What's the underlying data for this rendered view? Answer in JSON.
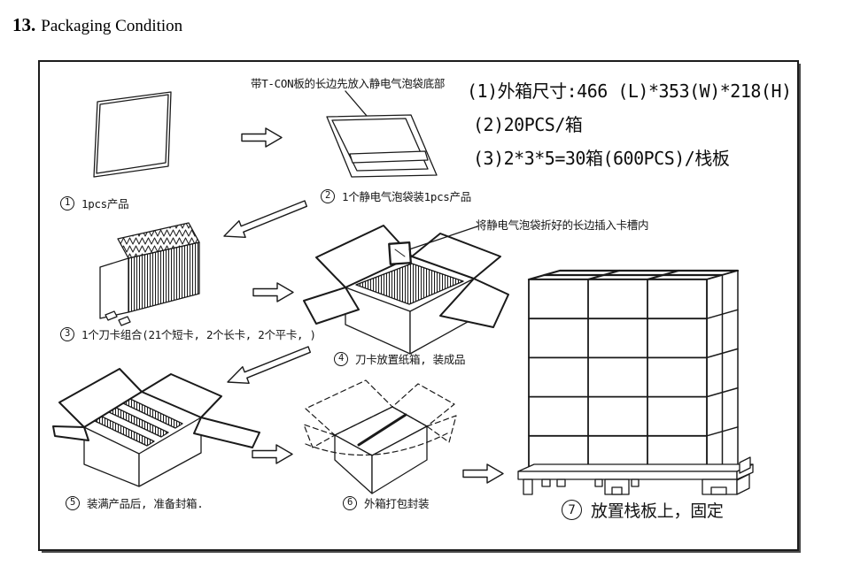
{
  "page": {
    "title_number": "13.",
    "title_text": "Packaging Condition"
  },
  "specs": {
    "lines": [
      "(1)外箱尺寸:466 (L)*353(W)*218(H)",
      "(2)20PCS/箱",
      "(3)2*3*5=30箱(600PCS)/栈板"
    ]
  },
  "annotations": {
    "bag_note": "带T-CON板的长边先放入静电气泡袋底部",
    "slot_note": "将静电气泡袋折好的长边插入卡槽内"
  },
  "steps": [
    {
      "num": "1",
      "label": "1pcs产品"
    },
    {
      "num": "2",
      "label": "1个静电气泡袋装1pcs产品"
    },
    {
      "num": "3",
      "label": "1个刀卡组合(21个短卡, 2个长卡, 2个平卡, )"
    },
    {
      "num": "4",
      "label": "刀卡放置纸箱, 装成品"
    },
    {
      "num": "5",
      "label": "装满产品后, 准备封箱."
    },
    {
      "num": "6",
      "label": "外箱打包封装"
    },
    {
      "num": "7",
      "label": "放置栈板上，固定"
    }
  ],
  "colors": {
    "line": "#1a1a1a",
    "background": "#ffffff"
  }
}
